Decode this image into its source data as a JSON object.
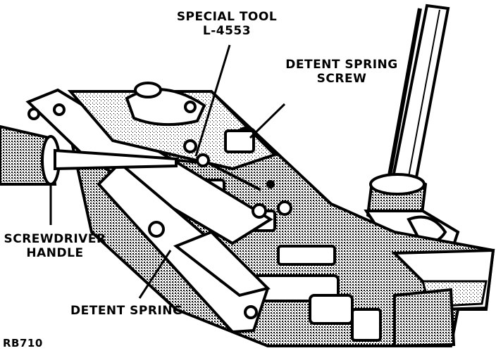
{
  "labels": {
    "special_tool_line1": "SPECIAL TOOL",
    "special_tool_line2": "L-4553",
    "detent_spring_screw_line1": "DETENT SPRING",
    "detent_spring_screw_line2": "SCREW",
    "screwdriver_handle_line1": "SCREWDRIVER",
    "screwdriver_handle_line2": "HANDLE",
    "detent_spring": "DETENT SPRING",
    "figure_code": "RB710"
  },
  "colors": {
    "ink": "#000000",
    "paper": "#ffffff"
  }
}
